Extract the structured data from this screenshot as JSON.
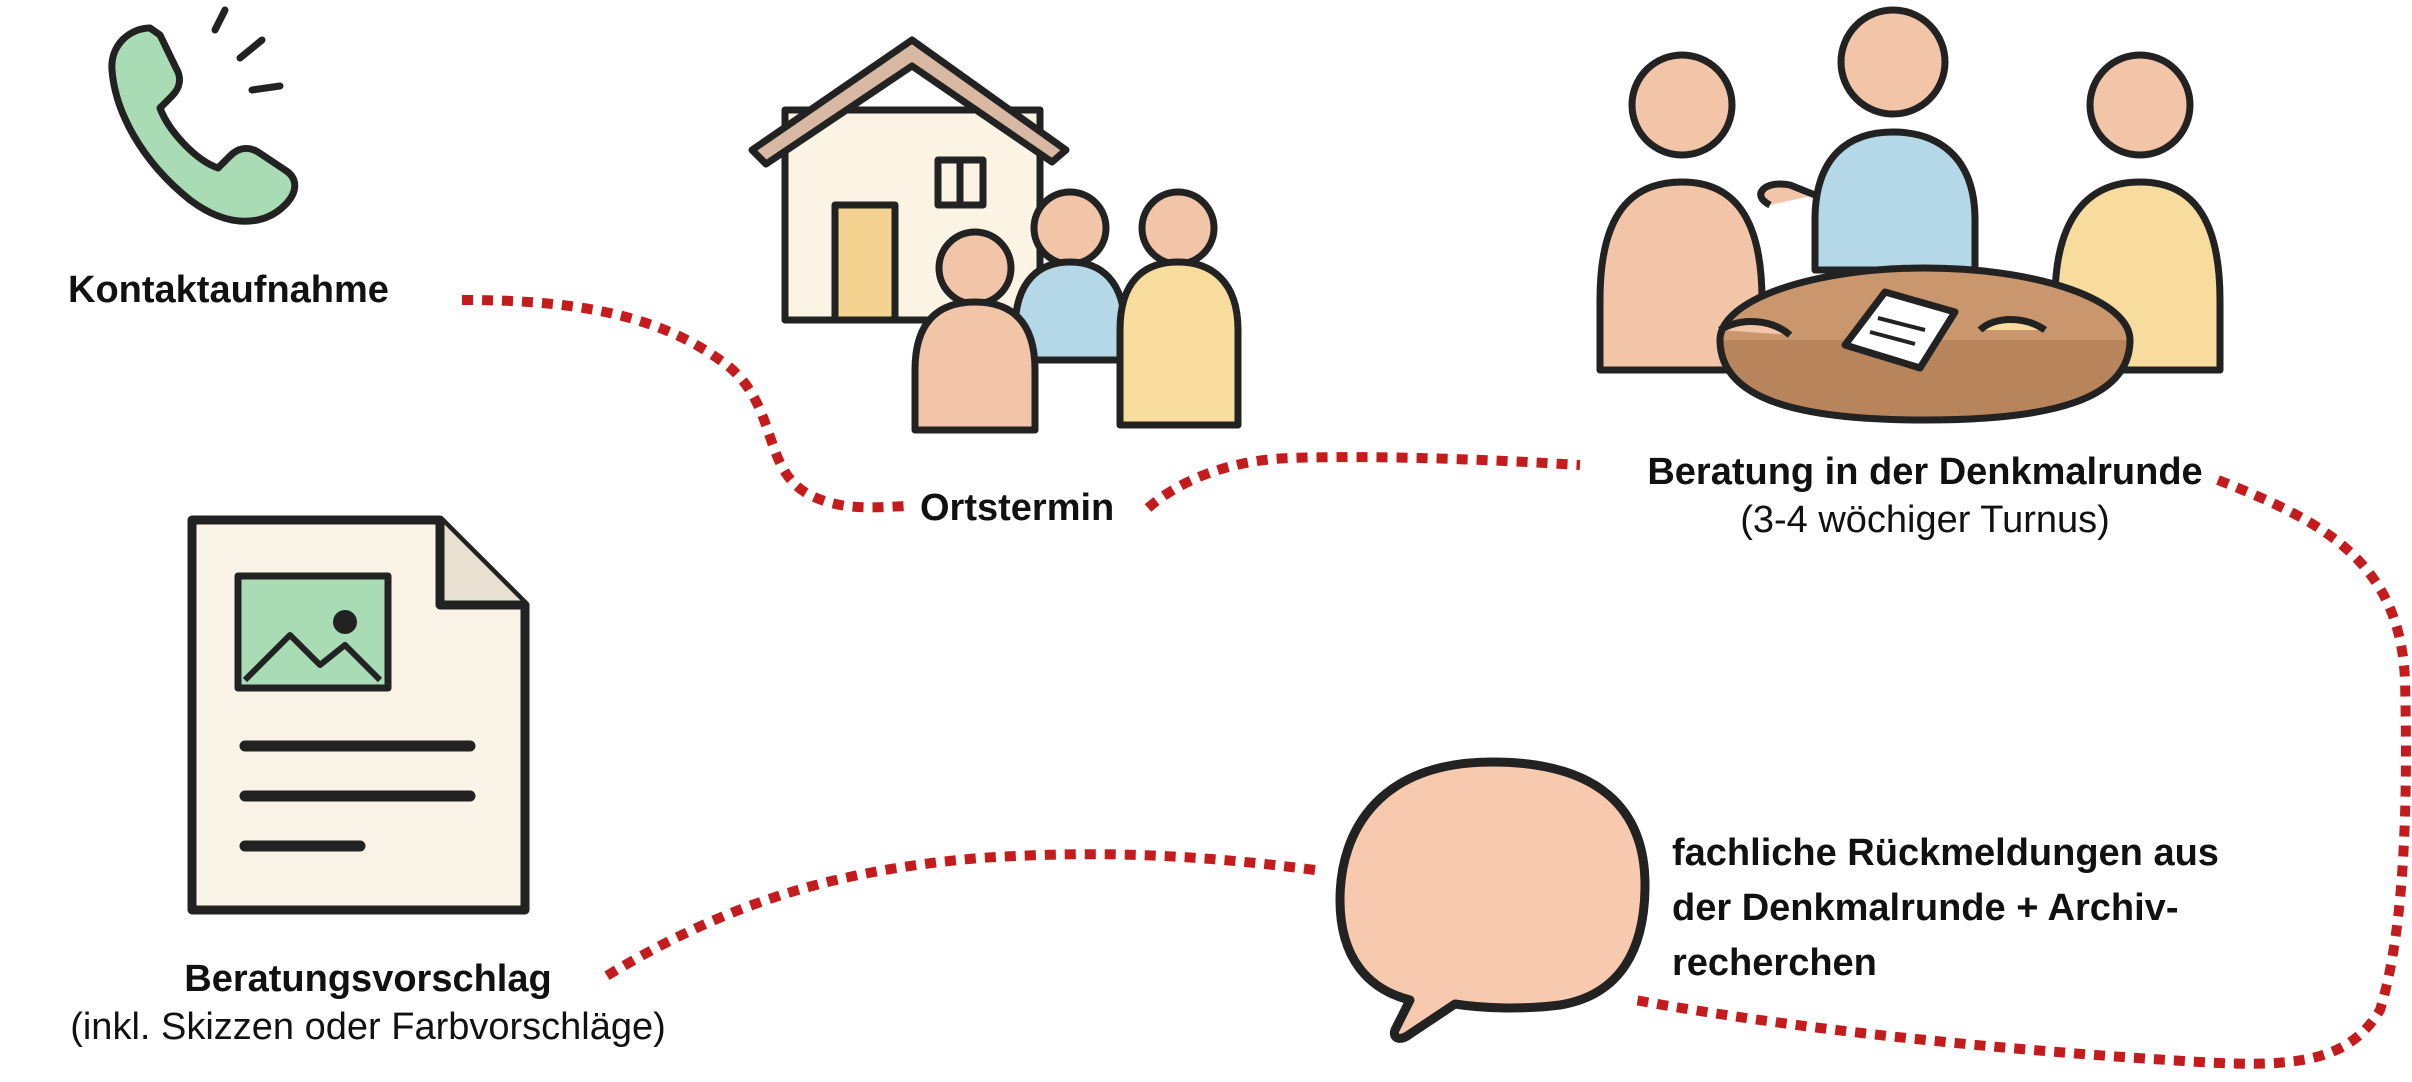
{
  "steps": {
    "kontakt": {
      "title": "Kontaktaufnahme",
      "icon": "phone-icon"
    },
    "ortstermin": {
      "title": "Ortstermin",
      "icon": "house-and-people-icon"
    },
    "beratung": {
      "title": "Beratung in der Denkmalrunde",
      "subtitle": "(3-4 wöchiger Turnus)",
      "icon": "meeting-table-icon"
    },
    "rueckmeldung": {
      "title_line1": "fachliche Rückmeldungen aus",
      "title_line2": "der Denkmalrunde + Archiv-",
      "title_line3": "recherchen",
      "icon": "speech-bubble-icon"
    },
    "vorschlag": {
      "title": "Beratungsvorschlag",
      "subtitle": "(inkl. Skizzen oder Farbvorschläge)",
      "icon": "document-icon"
    }
  },
  "colors": {
    "connector": "#c41c1c",
    "outline": "#222222",
    "phone": "#a9dcb4",
    "peach": "#f2c4a8",
    "blue": "#b5d8e8",
    "yellow": "#f7dc9e",
    "roof": "#d9b8a3",
    "wall": "#fbf3e4",
    "door": "#f3d38f",
    "table": "#c9966d"
  }
}
